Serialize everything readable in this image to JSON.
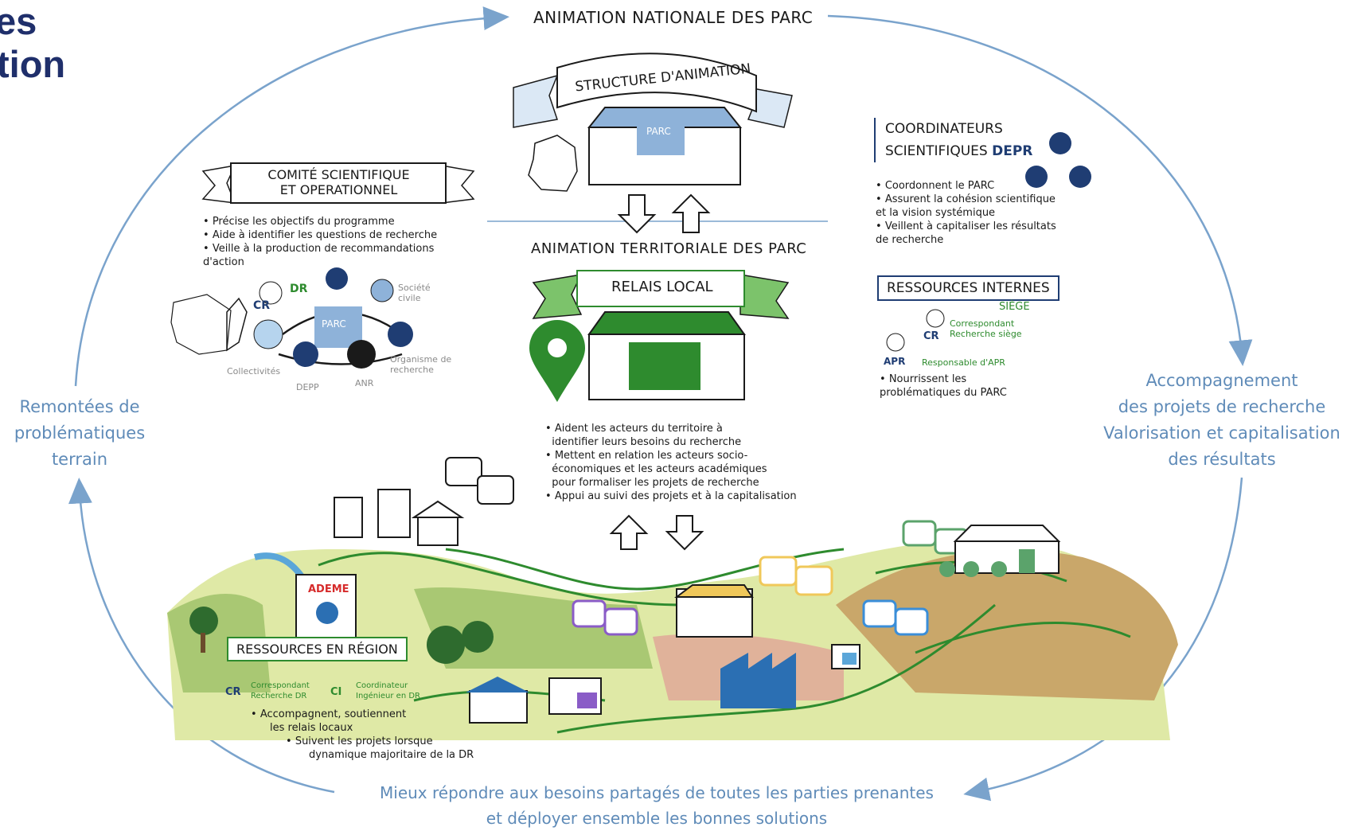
{
  "page_title": {
    "line1": "es",
    "line2": "tion"
  },
  "national": {
    "title": "ANIMATION NATIONALE DES PARC",
    "banner": "STRUCTURE D'ANIMATION",
    "building_label": "PARC"
  },
  "territorial": {
    "title": "ANIMATION TERRITORIALE DES PARC",
    "banner": "RELAIS LOCAL",
    "bullets": [
      "Aident les acteurs du territoire à",
      "identifier leurs besoins du recherche",
      "Mettent en relation les acteurs socio-",
      "économiques et les acteurs académiques",
      "pour formaliser les projets de recherche",
      "Appui au suivi des projets et à la capitalisation"
    ]
  },
  "comite": {
    "title_line1": "COMITÉ SCIENTIFIQUE",
    "title_line2": "ET OPERATIONNEL",
    "bullets": [
      "Précise les objectifs du programme",
      "Aide à identifier les questions de recherche",
      "Veille à la production de recommandations",
      "d'action"
    ],
    "labels": {
      "cr": "CR",
      "dr": "DR",
      "parc": "PARC",
      "societe": "Société civile",
      "organisme": "Organisme de recherche",
      "collectivites": "Collectivités",
      "depp": "DEPP",
      "anr": "ANR"
    }
  },
  "coordinateurs": {
    "title_line1": "COORDINATEURS",
    "title_line2_a": "SCIENTIFIQUES",
    "title_line2_b": "DEPR",
    "bullets": [
      "Coordonnent le PARC",
      "Assurent la cohésion scientifique",
      "et la vision systémique",
      "Veillent à capitaliser les résultats",
      "de recherche"
    ]
  },
  "ressources_internes": {
    "title": "RESSOURCES INTERNES",
    "subtitle": "SIÈGE",
    "cr_badge": "CR",
    "cr_label": "Correspondant Recherche siège",
    "apr_badge": "APR",
    "apr_label": "Responsable d'APR",
    "bullets": [
      "Nourrissent les",
      "problématiques du PARC"
    ]
  },
  "ressources_region": {
    "title": "RESSOURCES EN RÉGION",
    "ademe": "ADEME",
    "cr_badge": "CR",
    "cr_label": "Correspondant Recherche DR",
    "ci_badge": "CI",
    "ci_label": "Coordinateur Ingénieur en DR",
    "bullets": [
      "Accompagnent, soutiennent",
      "les relais locaux",
      "Suivent les projets lorsque",
      "dynamique majoritaire de la DR"
    ]
  },
  "cycle": {
    "left": [
      "Remontées de",
      "problématiques",
      "terrain"
    ],
    "right": [
      "Accompagnement",
      "des projets de recherche",
      "Valorisation et capitalisation",
      "des résultats"
    ],
    "bottom": [
      "Mieux répondre aux besoins partagés de toutes les parties prenantes",
      "et déployer ensemble les bonnes solutions"
    ]
  },
  "colors": {
    "cycle_blue": "#7aa3cc",
    "navy": "#1f3d73",
    "green": "#2e8b2e",
    "title_navy": "#1f2f6b"
  }
}
